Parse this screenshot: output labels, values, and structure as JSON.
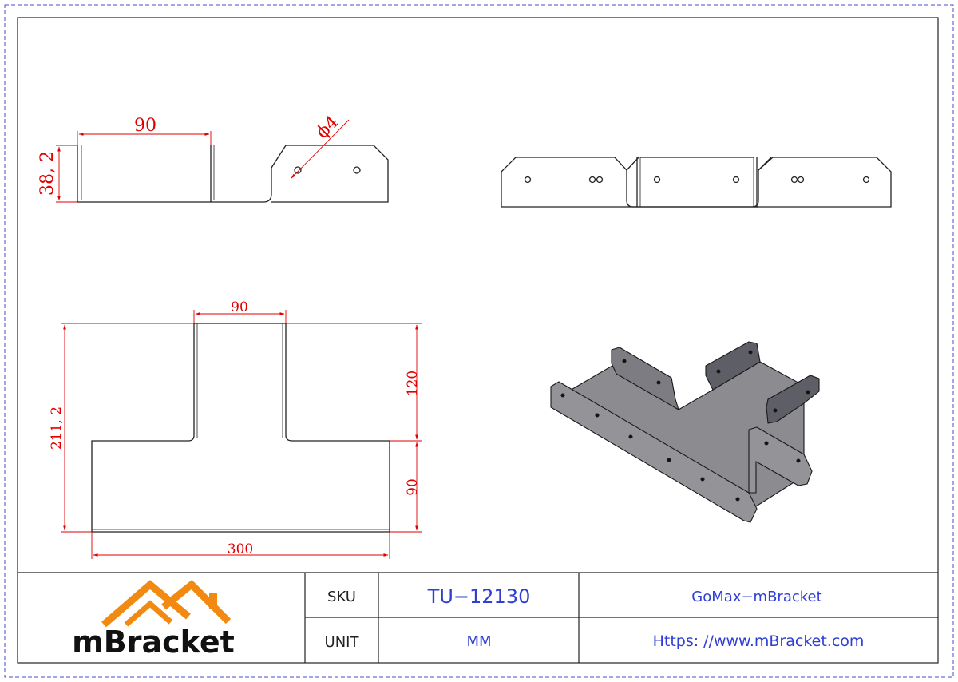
{
  "colors": {
    "outline": "#222222",
    "dimension": "#e00000",
    "border": "#4a4ad0",
    "tb_blue": "#2f3fd6",
    "logo_orange": "#f28a12",
    "logo_text": "#111111",
    "part_fill": "#8c8c90",
    "part_dark": "#5e5e66"
  },
  "dimensions": {
    "side_width": "90",
    "side_height": "38, 2",
    "hole_diameter": "ϕ4",
    "top_width": "90",
    "total_height": "211, 2",
    "stem_height": "120",
    "base_height": "90",
    "total_width": "300"
  },
  "title_block": {
    "logo_text": "mBracket",
    "sku_label": "SKU",
    "sku_value": "TU−12130",
    "unit_label": "UNIT",
    "unit_value": "MM",
    "brand": "GoMax−mBracket",
    "website": "Https: //www.mBracket.com"
  }
}
